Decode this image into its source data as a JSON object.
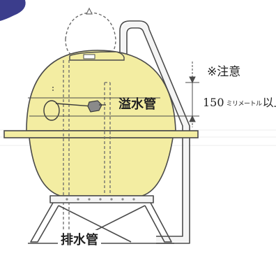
{
  "note": {
    "title": "※注意",
    "distance_value": "150",
    "distance_unit": "ミリメートル",
    "distance_suffix": "以上"
  },
  "labels": {
    "overflow_pipe": "溢水管",
    "drain_pipe": "排水管"
  },
  "colors": {
    "tank_fill": "#f3eda2",
    "line": "#4a4a4a",
    "corner_badge": "#3b3d8c"
  }
}
